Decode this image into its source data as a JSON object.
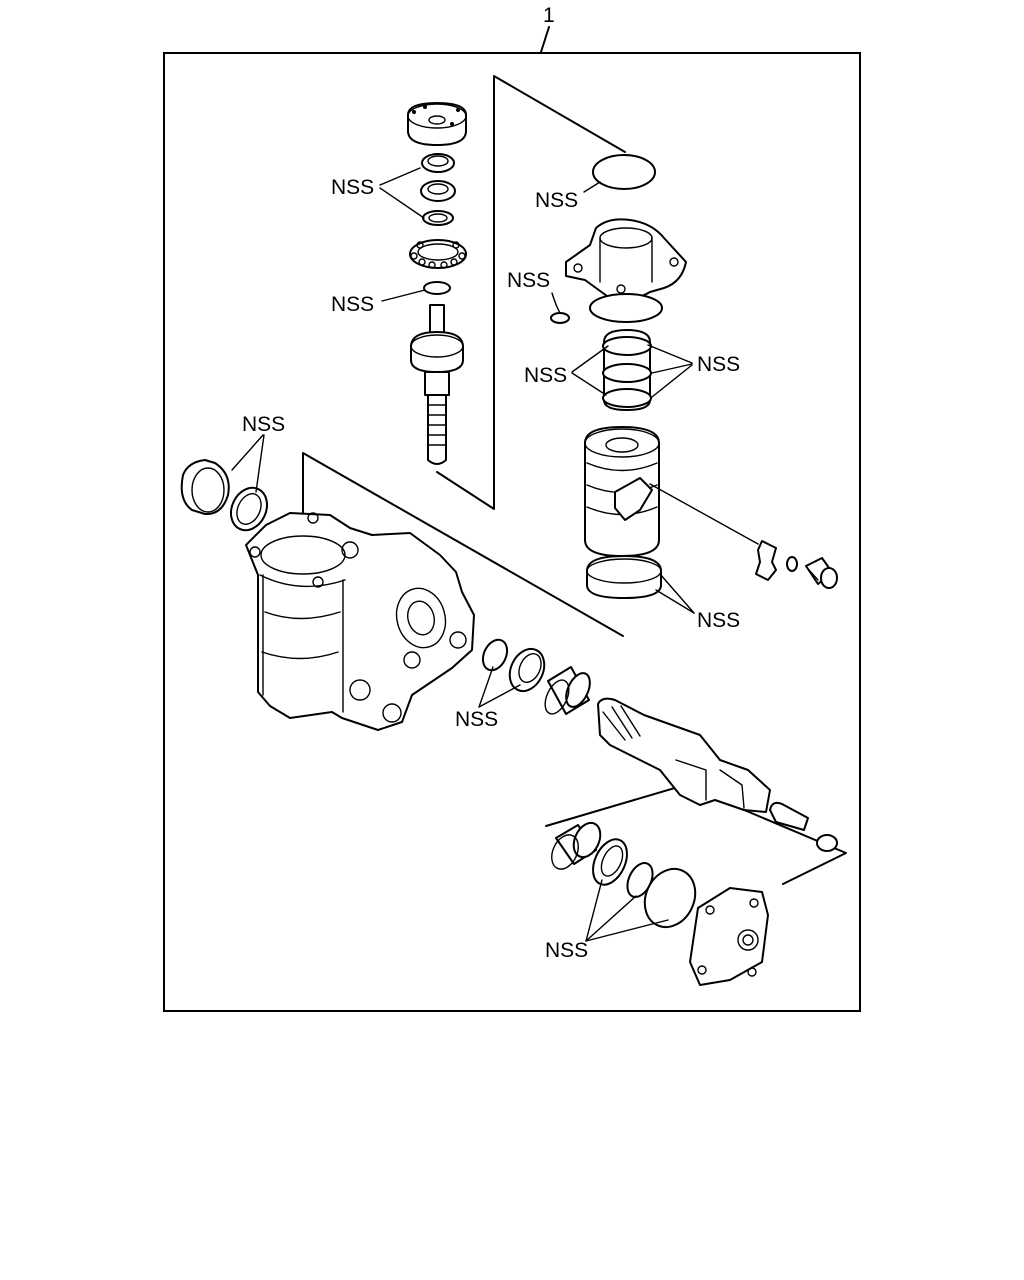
{
  "item_number": "1",
  "callouts": {
    "top_seals": "NSS",
    "oring_upper": "NSS",
    "gasket_disk": "NSS",
    "small_oring": "NSS",
    "valve_rings_left": "NSS",
    "valve_rings_right": "NSS",
    "housing_seals": "NSS",
    "piston_ring": "NSS",
    "sector_seals": "NSS",
    "side_cover_seals": "NSS"
  }
}
